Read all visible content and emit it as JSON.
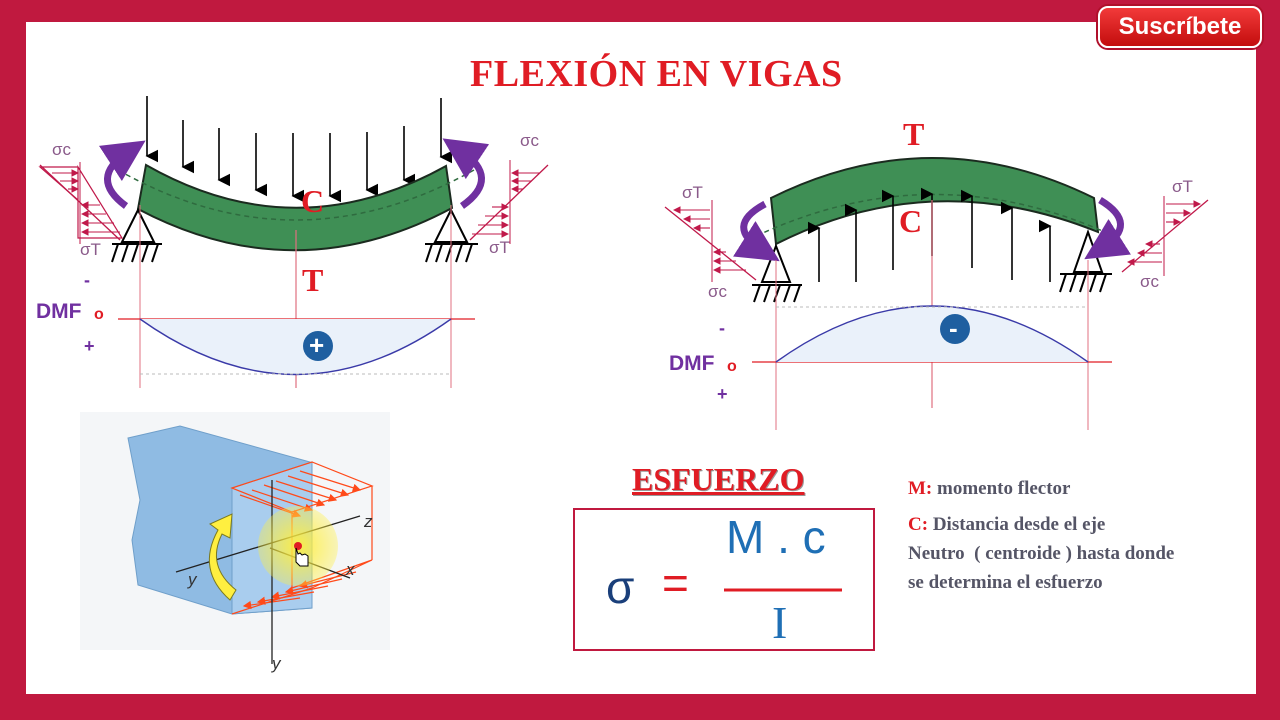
{
  "title": "FLEXIÓN EN VIGAS",
  "subscribe_label": "Suscríbete",
  "left_beam": {
    "sigma_c": "σc",
    "sigma_t": "σT",
    "top_letter": "C",
    "bottom_letter": "T",
    "minus": "-",
    "dmf_label": "DMF",
    "zero": "o",
    "plus": "+",
    "moment_sign": "+"
  },
  "right_beam": {
    "sigma_c": "σc",
    "sigma_t": "σT",
    "top_letter": "T",
    "bottom_letter": "C",
    "minus": "-",
    "dmf_label": "DMF",
    "zero": "o",
    "plus": "+",
    "moment_sign": "-"
  },
  "section_3d": {
    "axis_z": "z",
    "axis_x": "x",
    "axis_y": "y",
    "axis_y_bottom": "y"
  },
  "stress": {
    "heading": "ESFUERZO",
    "sigma": "σ",
    "equals": "=",
    "numerator": "M . c",
    "denominator": "I"
  },
  "definitions": {
    "m_key": "M:",
    "m_text": "momento flector",
    "c_key": "C:",
    "c_text_1": "Distancia desde el eje",
    "c_text_2": "Neutro  ( centroide ) hasta donde",
    "c_text_3": "se determina el esfuerzo"
  },
  "colors": {
    "frame": "#c0193f",
    "beam": "#3f8f55",
    "title_red": "#e01c24",
    "purple": "#7030a0",
    "formula_blue": "#1f6fb5"
  }
}
